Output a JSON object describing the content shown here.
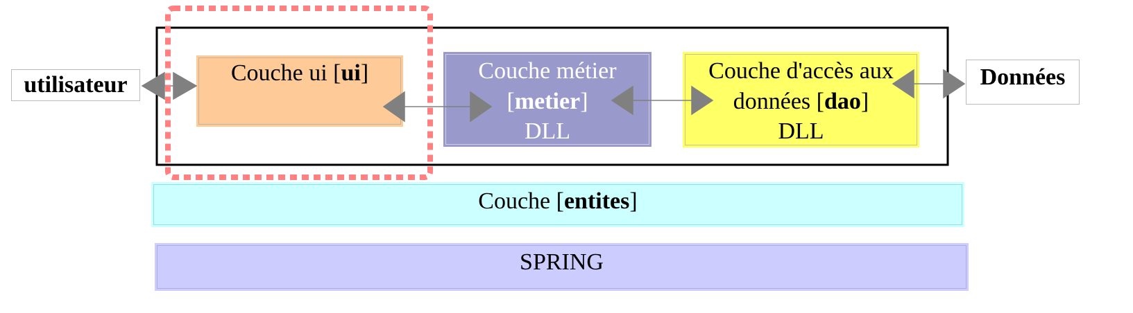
{
  "nodes": {
    "user": {
      "label": "utilisateur"
    },
    "ui": {
      "prefix": "Couche ui [",
      "bold": "ui",
      "suffix": "]"
    },
    "metier": {
      "line1": "Couche métier",
      "open": "[",
      "bold": "metier",
      "close": "]",
      "line3": "DLL"
    },
    "dao": {
      "line1": "Couche d'accès aux",
      "line2_prefix": "données [",
      "bold": "dao",
      "line2_suffix": "]",
      "line3": "DLL"
    },
    "data": {
      "label": "Données"
    },
    "entites": {
      "prefix": "Couche [",
      "bold": "entites",
      "suffix": "]"
    },
    "spring": {
      "label": "SPRING"
    }
  },
  "colors": {
    "ui": "#fecb98",
    "metier": "#9999cc",
    "dao": "#ffff66",
    "entites": "#ccffff",
    "spring": "#ccccff",
    "highlight": "#ff8080",
    "arrow": "#808080"
  }
}
